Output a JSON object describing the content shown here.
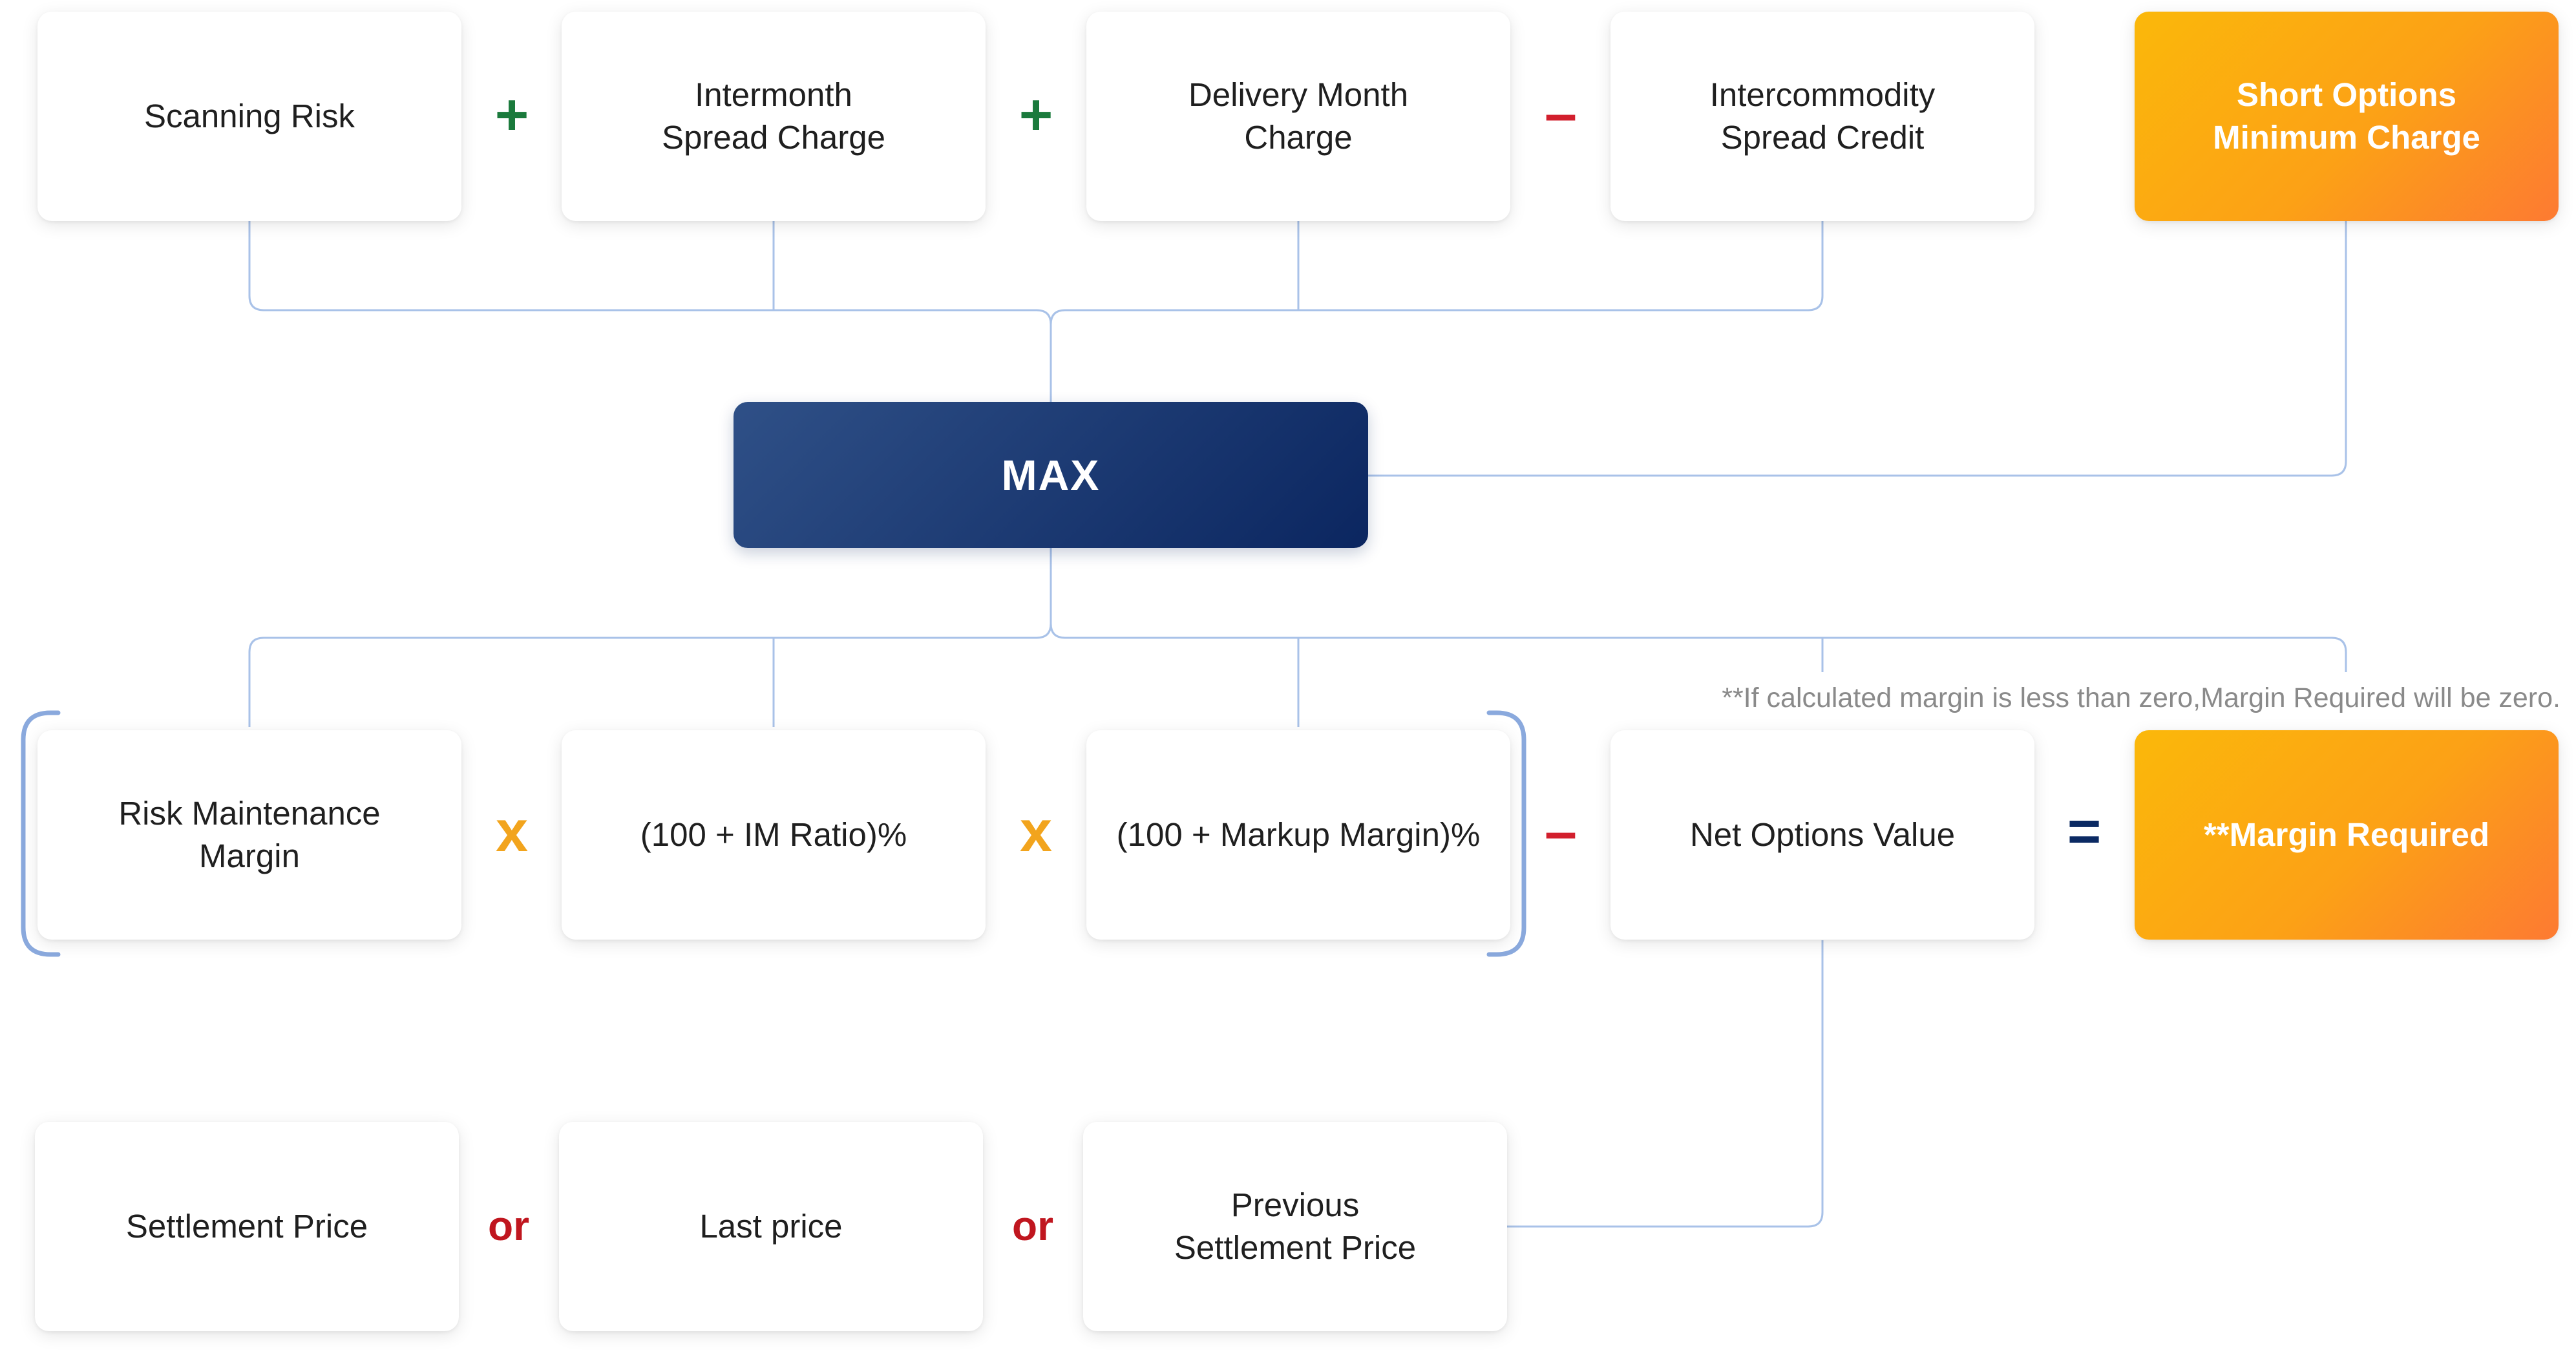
{
  "colors": {
    "connector": "#a9c2e8",
    "bracket": "#8aa9dd",
    "plus": "#1a7a3c",
    "minus": "#d21f2d",
    "times": "#f2a41d",
    "equals": "#0b2a63",
    "or": "#c0161f"
  },
  "row1": {
    "scanning_risk": "Scanning Risk",
    "intermonth_spread": "Intermonth\nSpread Charge",
    "delivery_month": "Delivery Month\nCharge",
    "intercommodity_credit": "Intercommodity\nSpread Credit",
    "short_options_min": "Short Options\nMinimum Charge",
    "op1": "+",
    "op2": "+",
    "op3": "–"
  },
  "max_label": "MAX",
  "row2": {
    "risk_maintenance": "Risk Maintenance\nMargin",
    "im_ratio": "(100 + IM Ratio)%",
    "markup_margin": "(100 + Markup Margin)%",
    "net_options": "Net Options Value",
    "margin_required": "**Margin Required",
    "op1": "x",
    "op2": "x",
    "op3": "–",
    "op4": "="
  },
  "note": "**If calculated margin is less than zero,Margin Required will be zero.",
  "row3": {
    "settlement_price": "Settlement Price",
    "last_price": "Last price",
    "previous_settlement": "Previous\nSettlement Price",
    "op1": "or",
    "op2": "or"
  }
}
